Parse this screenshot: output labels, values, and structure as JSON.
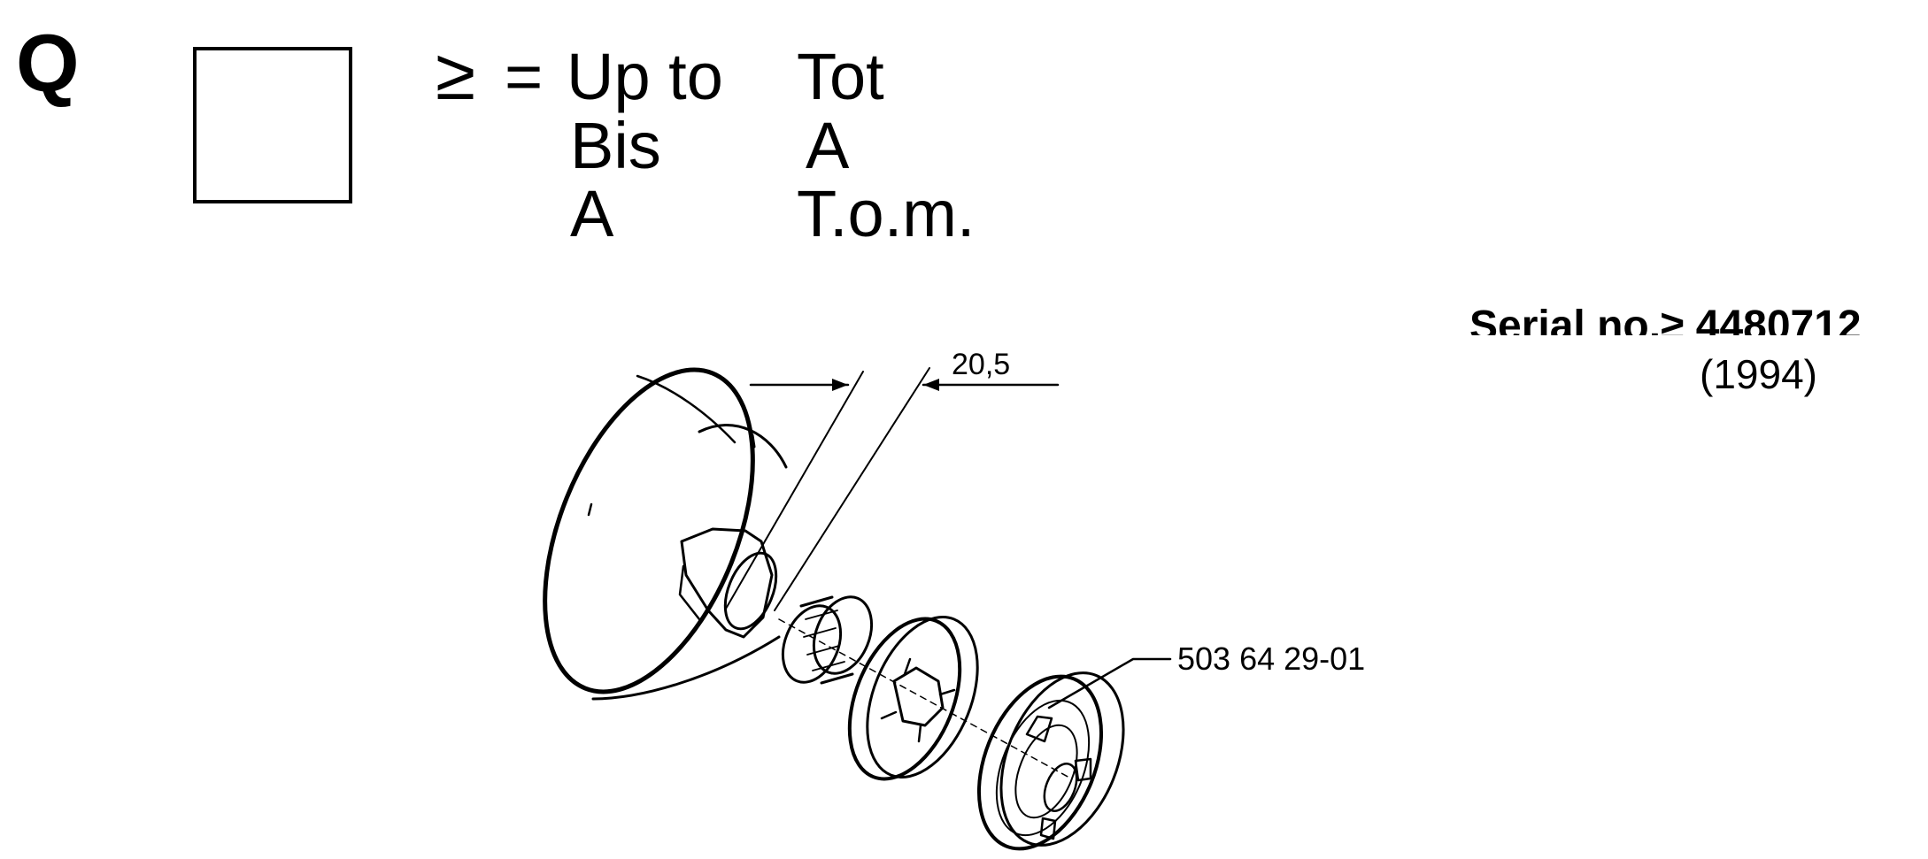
{
  "header": {
    "section_letter": "Q",
    "legend": {
      "symbol": "≥",
      "equals": "=",
      "col1": [
        "Up to",
        "Bis",
        "A"
      ],
      "col2": [
        "Tot",
        "A",
        "T.o.m."
      ]
    }
  },
  "serial": {
    "label": "Serial no.≥ 4480712",
    "year": "(1994)"
  },
  "diagram": {
    "dimension_label": "20,5",
    "part_number": "503 64 29-01",
    "icons": [
      "clutch-drum-icon",
      "needle-bearing-icon",
      "rim-sprocket-icon",
      "spur-sprocket-icon"
    ]
  }
}
